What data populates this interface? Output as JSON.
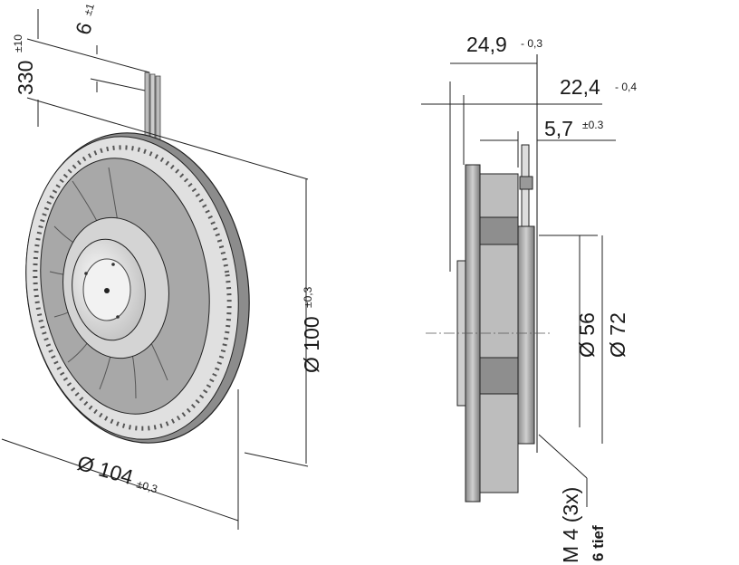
{
  "drawing": {
    "cable_length": {
      "value": "330",
      "tolerance": "±10"
    },
    "cable_strip": {
      "value": "6",
      "tolerance": "±1"
    },
    "inner_diameter": {
      "value": "Ø 100",
      "tolerance": "±0,3"
    },
    "outer_diameter": {
      "value": "Ø 104",
      "tolerance": "±0,3"
    },
    "total_depth": {
      "value": "24,9",
      "tolerance": "- 0,3"
    },
    "body_depth": {
      "value": "22,4",
      "tolerance": "- 0,4"
    },
    "flange_depth": {
      "value": "5,7",
      "tolerance": "±0.3"
    },
    "diameter_56": {
      "value": "Ø 56"
    },
    "diameter_72": {
      "value": "Ø 72"
    },
    "thread": {
      "value": "M 4 (3x)"
    },
    "thread_depth": {
      "value": "6 tief"
    },
    "colors": {
      "line": "#222222",
      "body": "#9a9a9a",
      "light": "#d8d8d8"
    }
  }
}
